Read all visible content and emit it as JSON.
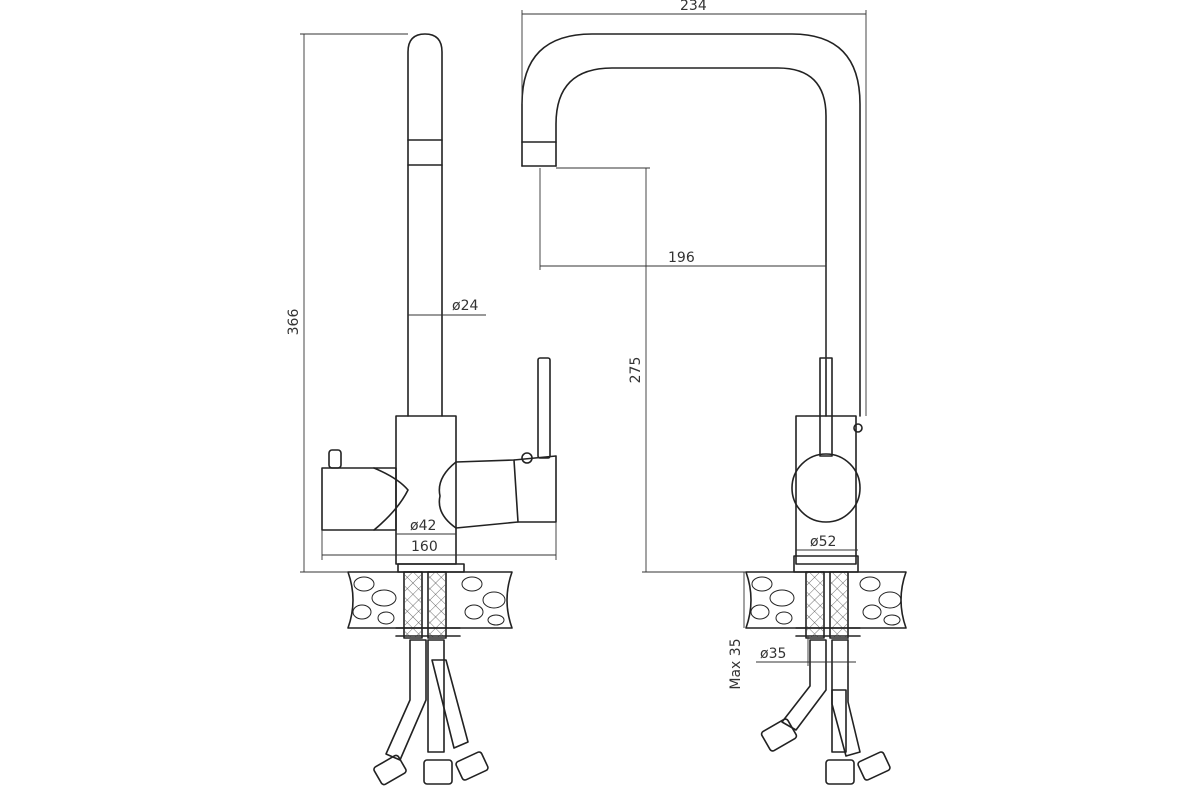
{
  "drawing": {
    "views": {
      "side": {
        "dimensions": {
          "height_total": "366",
          "spout_diameter": "ø24",
          "body_diameter": "ø42",
          "depth": "160"
        }
      },
      "front": {
        "dimensions": {
          "width_total": "234",
          "reach": "196",
          "spout_height": "275",
          "base_diameter": "ø52",
          "mount_thickness": "Max 35",
          "mount_hole_diameter": "ø35"
        }
      }
    },
    "colors": {
      "line": "#222222",
      "background": "#ffffff"
    }
  }
}
